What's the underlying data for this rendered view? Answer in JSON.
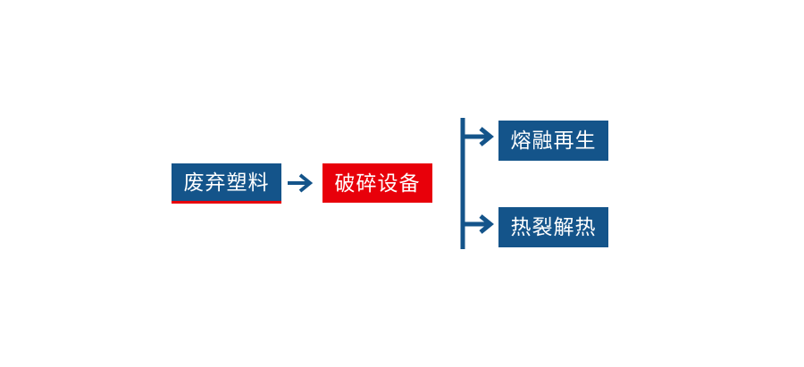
{
  "diagram": {
    "type": "process-flow",
    "title": "",
    "colors": {
      "primary_blue": "#14548A",
      "accent_red": "#E8000A",
      "text": "#FFFFFF",
      "background": "#FFFFFF",
      "connector": "#14548A"
    },
    "nodes": [
      {
        "id": "source",
        "label": "废弃塑料",
        "shape": "rectangle",
        "fill": "#14548A",
        "accent": "#E8000A",
        "accent_position": "bottom"
      },
      {
        "id": "process",
        "label": "破碎设备",
        "shape": "rectangle",
        "fill": "#E8000A",
        "accent": "",
        "accent_position": "none"
      },
      {
        "id": "branch_top",
        "label": "熔融再生",
        "shape": "rectangle",
        "fill": "#14548A",
        "accent": "",
        "accent_position": "none"
      },
      {
        "id": "branch_bottom",
        "label": "热裂解热",
        "shape": "rectangle",
        "fill": "#14548A",
        "accent": "",
        "accent_position": "none"
      }
    ],
    "connectors": [
      {
        "id": "main_arrow",
        "from": "source",
        "to": "process",
        "style": "single-arrow",
        "direction": "right"
      },
      {
        "id": "split_bracket",
        "from": "process",
        "to": "branch_top,branch_bottom",
        "style": "bracket-split-two-arrows",
        "direction": "right"
      }
    ]
  }
}
